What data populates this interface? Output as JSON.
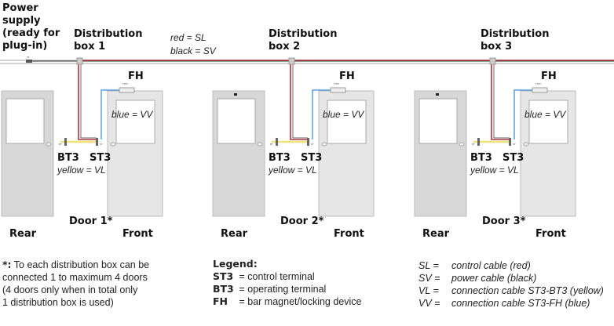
{
  "power_supply": {
    "lines": [
      "Power",
      "supply",
      "(ready for",
      "plug-in)"
    ],
    "tag": "ST"
  },
  "main_cable_labels": [
    "red = SL",
    "black = SV"
  ],
  "colors": {
    "red": "#b0303a",
    "black": "#333333",
    "blue": "#5aa0d8",
    "yellow": "#f2e27a",
    "door": "#d7d7d7"
  },
  "sets": [
    {
      "box_lines": [
        "Distribution",
        "box 1"
      ],
      "door": "Door 1*",
      "rear": "Rear",
      "front": "Front",
      "bt3": "BT3",
      "st3": "ST3",
      "fh": "FH",
      "yellow": "yellow = VL",
      "blue": "blue = VV",
      "bt_tag": "BT",
      "st_tag": "ST",
      "fh_tag": "FHM"
    },
    {
      "box_lines": [
        "Distribution",
        "box 2"
      ],
      "door": "Door 2*",
      "rear": "Rear",
      "front": "Front",
      "bt3": "BT3",
      "st3": "ST3",
      "fh": "FH",
      "yellow": "yellow = VL",
      "blue": "blue = VV",
      "bt_tag": "BT",
      "st_tag": "ST",
      "fh_tag": "FHM"
    },
    {
      "box_lines": [
        "Distribution",
        "box 3"
      ],
      "door": "Door 3*",
      "rear": "Rear",
      "front": "Front",
      "bt3": "BT3",
      "st3": "ST3",
      "fh": "FH",
      "yellow": "yellow = VL",
      "blue": "blue = VV",
      "bt_tag": "BT",
      "st_tag": "ST",
      "fh_tag": "FHM"
    }
  ],
  "footnote": {
    "mark": "*:",
    "text": [
      "To each distribution box can be",
      "connected 1 to maximum 4 doors",
      "(4 doors only when in total only",
      "1 distribution box is used)"
    ]
  },
  "legend": {
    "title": "Legend:",
    "items": [
      {
        "key": "ST3",
        "value": "= control terminal"
      },
      {
        "key": "BT3",
        "value": "= operating terminal"
      },
      {
        "key": "FH",
        "value": "= bar magnet/locking device"
      }
    ]
  },
  "abbreviations": [
    {
      "key": "SL =",
      "value": "control cable (red)"
    },
    {
      "key": "SV =",
      "value": "power cable (black)"
    },
    {
      "key": "VL =",
      "value": "connection cable ST3-BT3 (yellow)"
    },
    {
      "key": "VV =",
      "value": "connection cable ST3-FH (blue)"
    }
  ]
}
